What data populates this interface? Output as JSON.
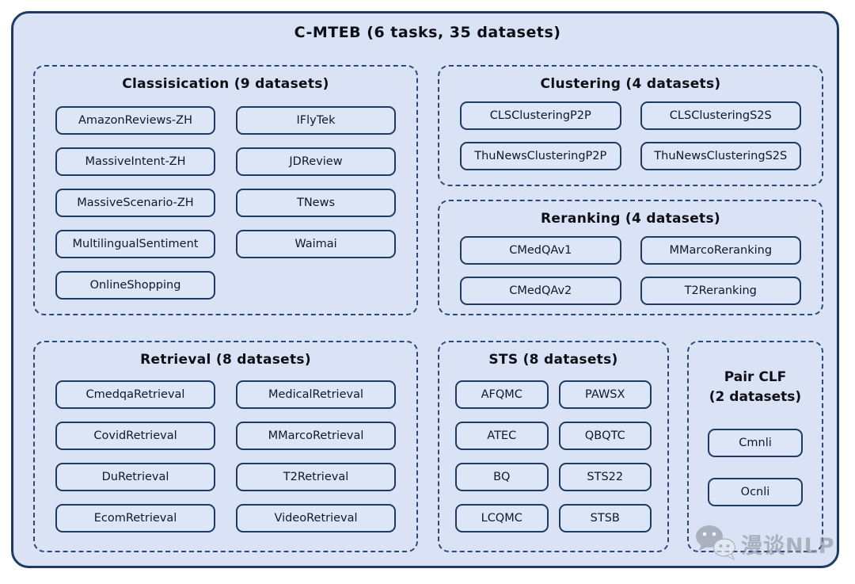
{
  "title": "C-MTEB (6 tasks, 35 datasets)",
  "colors": {
    "frame_fill": "#d9e3f5",
    "frame_border": "#1f3a63",
    "dashed_border": "#27497b",
    "button_fill": "#dce6f7",
    "button_border": "#1f3a63",
    "text": "#0c0f16",
    "watermark_gray": "#8d949e"
  },
  "sections": {
    "classification": {
      "title": "Classisication (9 datasets)",
      "datasets": [
        "AmazonReviews-ZH",
        "IFlyTek",
        "MassiveIntent-ZH",
        "JDReview",
        "MassiveScenario-ZH",
        "TNews",
        "MultilingualSentiment",
        "Waimai",
        "OnlineShopping"
      ]
    },
    "clustering": {
      "title": "Clustering (4 datasets)",
      "datasets": [
        "CLSClusteringP2P",
        "CLSClusteringS2S",
        "ThuNewsClusteringP2P",
        "ThuNewsClusteringS2S"
      ]
    },
    "reranking": {
      "title": "Reranking (4 datasets)",
      "datasets": [
        "CMedQAv1",
        "MMarcoReranking",
        "CMedQAv2",
        "T2Reranking"
      ]
    },
    "retrieval": {
      "title": "Retrieval (8 datasets)",
      "datasets": [
        "CmedqaRetrieval",
        "MedicalRetrieval",
        "CovidRetrieval",
        "MMarcoRetrieval",
        "DuRetrieval",
        "T2Retrieval",
        "EcomRetrieval",
        "VideoRetrieval"
      ]
    },
    "sts": {
      "title": "STS (8 datasets)",
      "datasets": [
        "AFQMC",
        "PAWSX",
        "ATEC",
        "QBQTC",
        "BQ",
        "STS22",
        "LCQMC",
        "STSB"
      ]
    },
    "pair_clf": {
      "title_line1": "Pair CLF",
      "title_line2": "(2 datasets)",
      "datasets": [
        "Cmnli",
        "Ocnli"
      ]
    }
  },
  "watermark": {
    "icon": "wechat-icon",
    "text": "漫谈NLP"
  }
}
